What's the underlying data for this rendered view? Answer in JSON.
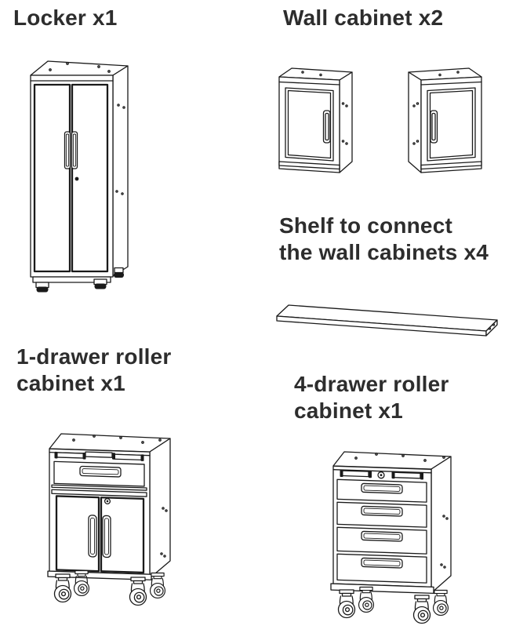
{
  "page": {
    "background_color": "#ffffff",
    "text_color": "#2d2d2d",
    "line_color": "#1a1a1a"
  },
  "items": [
    {
      "id": "locker",
      "label_lines": [
        "Locker x1"
      ],
      "quantity": 1,
      "illustration": "locker-line-drawing"
    },
    {
      "id": "wall-cabinet",
      "label_lines": [
        "Wall cabinet x2"
      ],
      "quantity": 2,
      "illustration": "wall-cabinet-line-drawing"
    },
    {
      "id": "connecting-shelf",
      "label_lines": [
        "Shelf to connect",
        "the wall cabinets x4"
      ],
      "quantity": 4,
      "illustration": "shelf-line-drawing"
    },
    {
      "id": "roller-cabinet-1-drawer",
      "label_lines": [
        "1-drawer roller",
        "cabinet x1"
      ],
      "quantity": 1,
      "illustration": "one-drawer-roller-cabinet-line-drawing"
    },
    {
      "id": "roller-cabinet-4-drawer",
      "label_lines": [
        "4-drawer roller",
        "cabinet x1"
      ],
      "quantity": 1,
      "illustration": "four-drawer-roller-cabinet-line-drawing"
    }
  ]
}
